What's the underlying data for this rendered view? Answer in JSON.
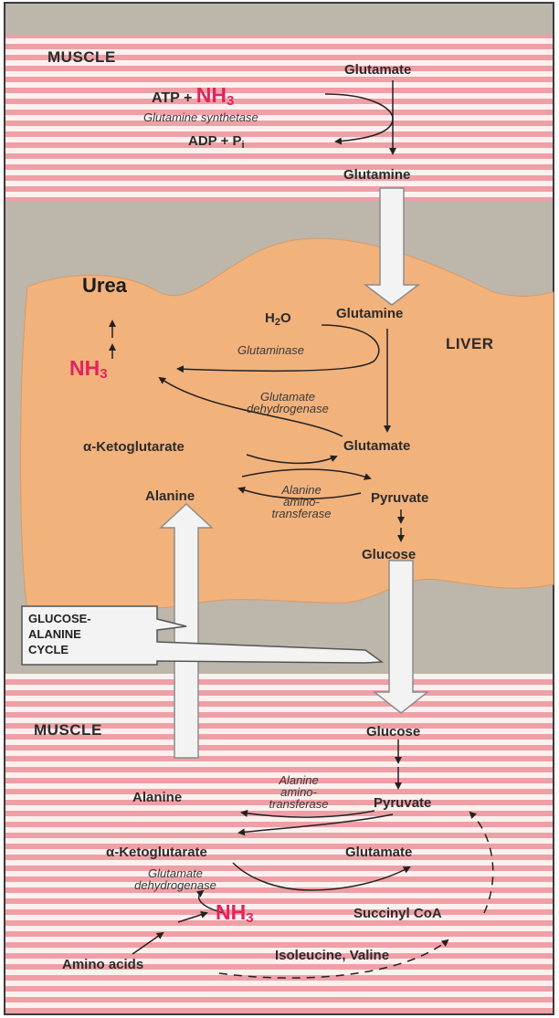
{
  "colors": {
    "frame_gray": "#bdb6ab",
    "muscle_stripe": "#ef9fa6",
    "liver_fill": "#f2b27c",
    "nh3_red": "#e0245e",
    "arrow_fill": "#f3f3f3"
  },
  "muscle_top": {
    "heading": "MUSCLE",
    "glutamate": "Glutamate",
    "atp": "ATP + ",
    "nh3": "NH",
    "nh3_sub": "3",
    "enzyme": "Glutamine synthetase",
    "adp": "ADP + P",
    "adp_sub": "i",
    "glutamine": "Glutamine"
  },
  "liver": {
    "heading": "LIVER",
    "urea": "Urea",
    "h2o": "H",
    "h2o_sub": "2",
    "h2o_tail": "O",
    "glutamine": "Glutamine",
    "glutaminase": "Glutaminase",
    "nh3": "NH",
    "nh3_sub": "3",
    "gdh_line1": "Glutamate",
    "gdh_line2": "dehydrogenase",
    "akg": "α-Ketoglutarate",
    "glutamate": "Glutamate",
    "alanine": "Alanine",
    "alt_line1": "Alanine",
    "alt_line2": "amino-",
    "alt_line3": "transferase",
    "pyruvate": "Pyruvate",
    "glucose": "Glucose"
  },
  "cycle_label": {
    "line1": "GLUCOSE-",
    "line2": "ALANINE",
    "line3": "CYCLE"
  },
  "muscle_bottom": {
    "heading": "MUSCLE",
    "glucose": "Glucose",
    "alanine": "Alanine",
    "alt_line1": "Alanine",
    "alt_line2": "amino-",
    "alt_line3": "transferase",
    "pyruvate": "Pyruvate",
    "akg": "α-Ketoglutarate",
    "glutamate": "Glutamate",
    "gdh_line1": "Glutamate",
    "gdh_line2": "dehydrogenase",
    "nh3": "NH",
    "nh3_sub": "3",
    "succinyl": "Succinyl CoA",
    "amino_acids": "Amino acids",
    "iso_val": "Isoleucine, Valine"
  }
}
